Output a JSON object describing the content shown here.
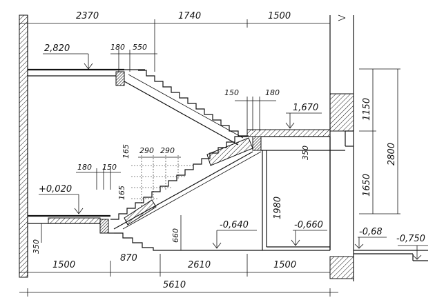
{
  "dimensions": {
    "top": [
      "2370",
      "1740",
      "1500"
    ],
    "landing_top": [
      "180",
      "550"
    ],
    "mid": [
      "150",
      "180"
    ],
    "tread": [
      "290",
      "290"
    ],
    "riser_top": "165",
    "lower_left": [
      "180",
      "150"
    ],
    "riser_low": "165",
    "bottom": [
      "1500",
      "870",
      "2610",
      "1500"
    ],
    "total": "5610",
    "right_vertical": [
      "1150",
      "2800",
      "1650"
    ],
    "opening": "1980",
    "slab": "350",
    "slab_low": "350",
    "height_660": "660"
  },
  "levels": {
    "upper": "2,820",
    "landing": "1,670",
    "ground": "+0,020",
    "pit_left": "-0,640",
    "pit_right": "-0,660",
    "outside_1": "-0,68",
    "outside_2": "-0,750"
  }
}
